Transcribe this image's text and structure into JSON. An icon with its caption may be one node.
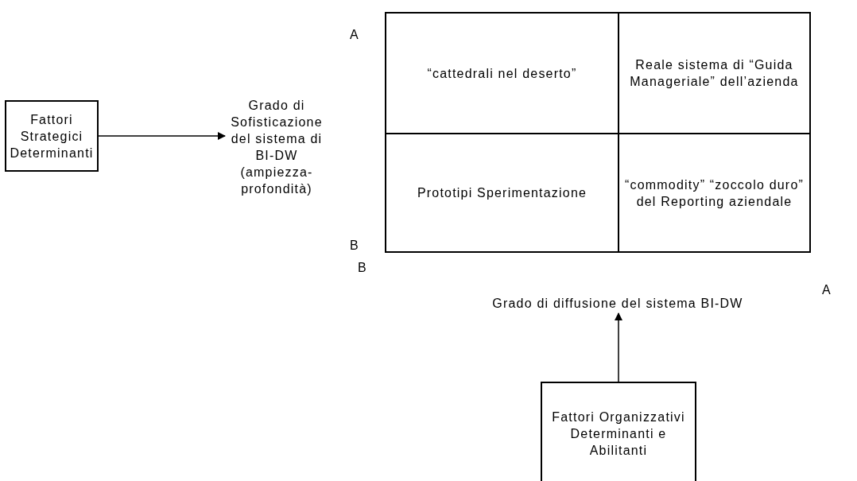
{
  "diagram": {
    "nodes": [
      {
        "text": [
          "Fattori Strategici Determinanti"
        ]
      },
      {
        "text": [
          "Grado di Sofisticazione del sistema di BI-DW (ampiezza-profondità)"
        ]
      },
      {
        "text": [
          "“cattedrali nel deserto”"
        ]
      },
      {
        "text": [
          "Reale sistema di “Guida Manageriale” dell’azienda"
        ]
      },
      {
        "text": [
          "Prototipi Sperimentazione"
        ]
      },
      {
        "text": [
          "“commodity” “zoccolo duro” del Reporting aziendale"
        ]
      },
      {
        "text": [
          "Grado di diffusione del sistema BI-DW"
        ]
      },
      {
        "text": [
          "Fattori Organizzativi Determinanti e Abilitanti"
        ]
      }
    ],
    "edges": [
      {
        "from": 0,
        "to": 1,
        "arrow": "to"
      },
      {
        "from": 7,
        "to": 6,
        "arrow": "to"
      }
    ],
    "labels": [
      "A",
      "B",
      "B",
      "A"
    ]
  }
}
